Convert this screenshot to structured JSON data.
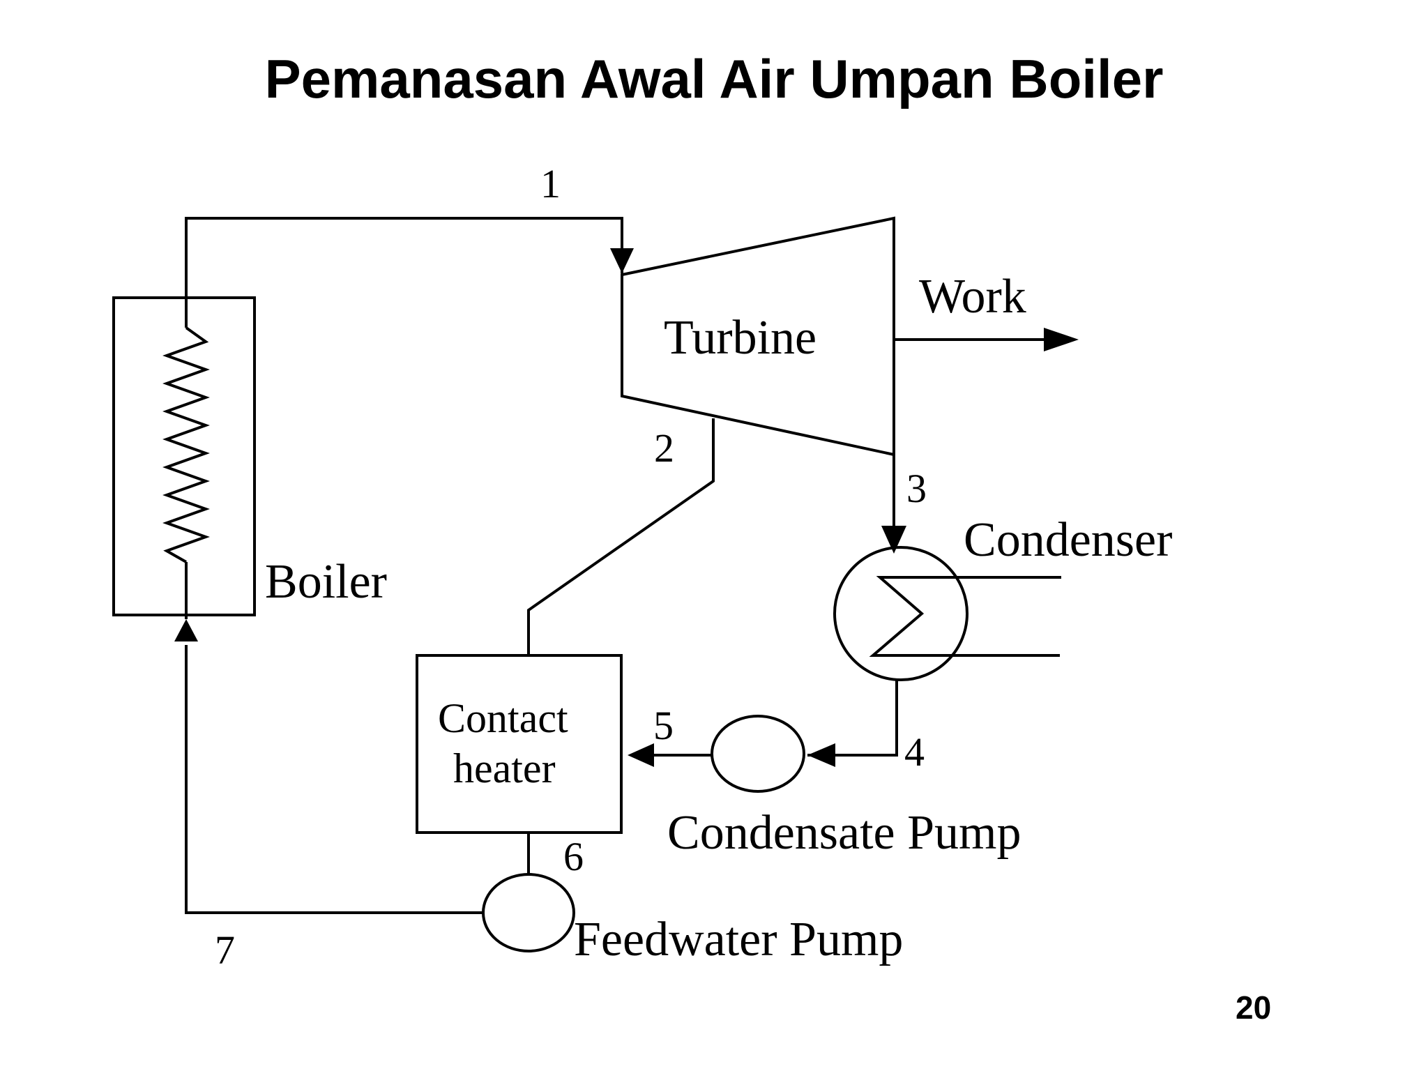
{
  "title": "Pemanasan Awal Air Umpan Boiler",
  "page_number": "20",
  "components": {
    "boiler": "Boiler",
    "turbine": "Turbine",
    "work": "Work",
    "condenser": "Condenser",
    "contact_heater_line1": "Contact",
    "contact_heater_line2": "heater",
    "condensate_pump": "Condensate Pump",
    "feedwater_pump": "Feedwater Pump"
  },
  "states": {
    "s1": "1",
    "s2": "2",
    "s3": "3",
    "s4": "4",
    "s5": "5",
    "s6": "6",
    "s7": "7"
  }
}
